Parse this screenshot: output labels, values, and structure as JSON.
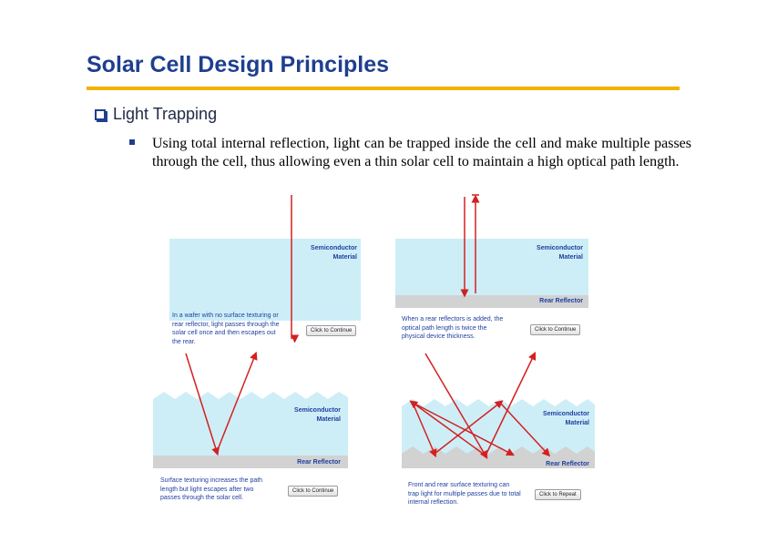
{
  "slide": {
    "title": "Solar Cell Design Principles",
    "bullet": "Light Trapping",
    "body": "Using total internal reflection, light can be trapped inside the cell and make multiple passes through the cell, thus allowing even a thin solar cell to maintain a high optical path length."
  },
  "panels": [
    {
      "material_label_1": "Semiconductor",
      "material_label_2": "Material",
      "reflector_label": "",
      "caption": "In a wafer with no surface texturing or rear reflector, light passes through the solar cell once and then escapes out the rear.",
      "button": "Click to Continue"
    },
    {
      "material_label_1": "Semiconductor",
      "material_label_2": "Material",
      "reflector_label": "Rear Reflector",
      "caption": "When a rear reflectors is added, the optical path length is twice the physical device thickness.",
      "button": "Click to Continue"
    },
    {
      "material_label_1": "Semiconductor",
      "material_label_2": "Material",
      "reflector_label": "Rear Reflector",
      "caption": "Surface texturing increases the path length but light escapes after two passes through the solar cell.",
      "button": "Click to Continue"
    },
    {
      "material_label_1": "Semiconductor",
      "material_label_2": "Material",
      "reflector_label": "Rear Reflector",
      "caption": "Front and rear surface texturing can trap light for multiple passes due to total internal reflection.",
      "button": "Click to Repeat"
    }
  ],
  "colors": {
    "title": "#1f3f8f",
    "rule": "#f2b200",
    "semiconductor": "#cdeef7",
    "reflector": "#d2d2d2",
    "light_ray": "#d42020",
    "label": "#1f3fa0"
  }
}
